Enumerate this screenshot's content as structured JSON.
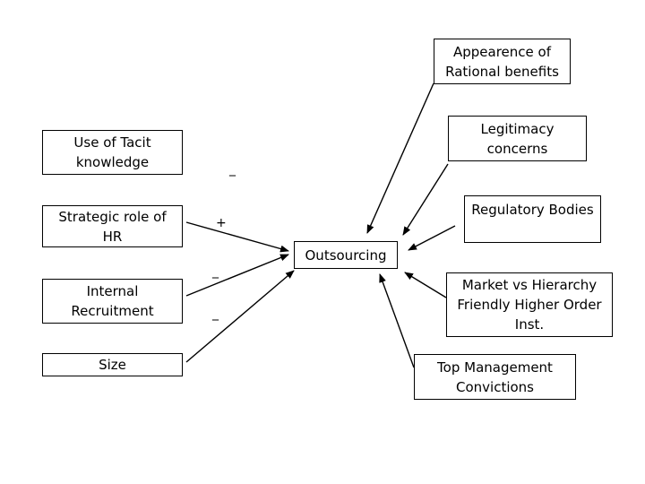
{
  "nodes": {
    "tacit": "Use of Tacit\nknowledge",
    "strategic_hr": "Strategic role of\nHR",
    "internal_recruitment": "Internal\nRecruitment",
    "size": "Size",
    "outsourcing": "Outsourcing",
    "rational_benefits": "Appearence of\nRational benefits",
    "legitimacy": "Legitimacy\nconcerns",
    "regulatory": "Regulatory Bodies",
    "market_hierarchy": "Market vs Hierarchy\nFriendly Higher Order\nInst.",
    "top_management": "Top Management\nConvictions"
  },
  "edge_signs": {
    "tacit": "_",
    "strategic_hr": "+",
    "internal_recruitment": "_",
    "size": "_"
  }
}
